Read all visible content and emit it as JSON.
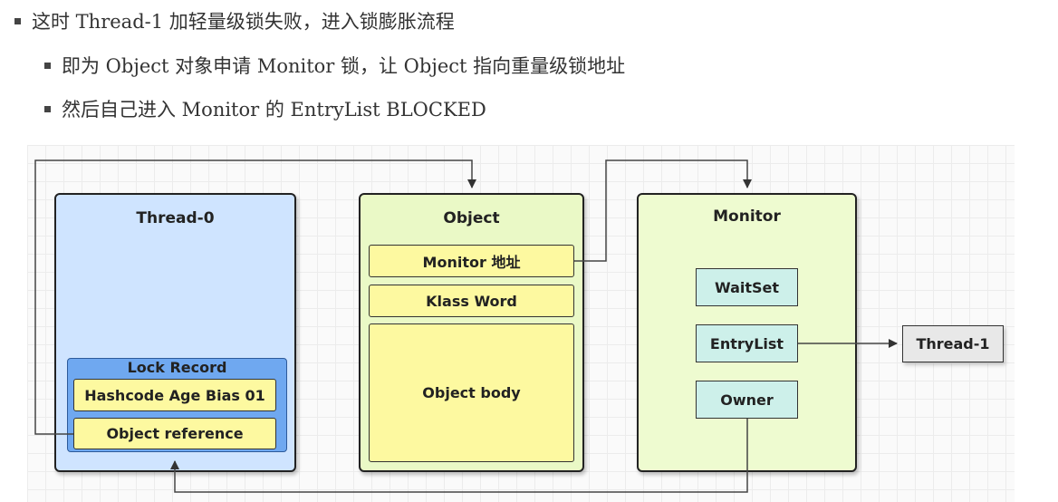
{
  "bullets": [
    "这时 Thread-1 加轻量级锁失败，进入锁膨胀流程",
    "即为 Object 对象申请 Monitor 锁，让 Object 指向重量级锁地址",
    "然后自己进入 Monitor 的 EntryList BLOCKED"
  ],
  "thread0": {
    "title": "Thread-0",
    "lock_record": {
      "title": "Lock Record",
      "hashcode": "Hashcode Age Bias 01",
      "object_reference": "Object reference"
    }
  },
  "object": {
    "title": "Object",
    "monitor_address": "Monitor 地址",
    "klass_word": "Klass Word",
    "object_body": "Object body"
  },
  "monitor": {
    "title": "Monitor",
    "wait_set": "WaitSet",
    "entry_list": "EntryList",
    "owner": "Owner"
  },
  "thread1": {
    "label": "Thread-1"
  },
  "colors": {
    "thread_box": "#cfe4ff",
    "lock_record": "#6fa8f0",
    "object_box": "#eaf9c6",
    "monitor_box": "#eefbd0",
    "yellow_cell": "#fdf9a0",
    "teal_cell": "#cdf0ea",
    "thread1_box": "#e8e8e8"
  }
}
